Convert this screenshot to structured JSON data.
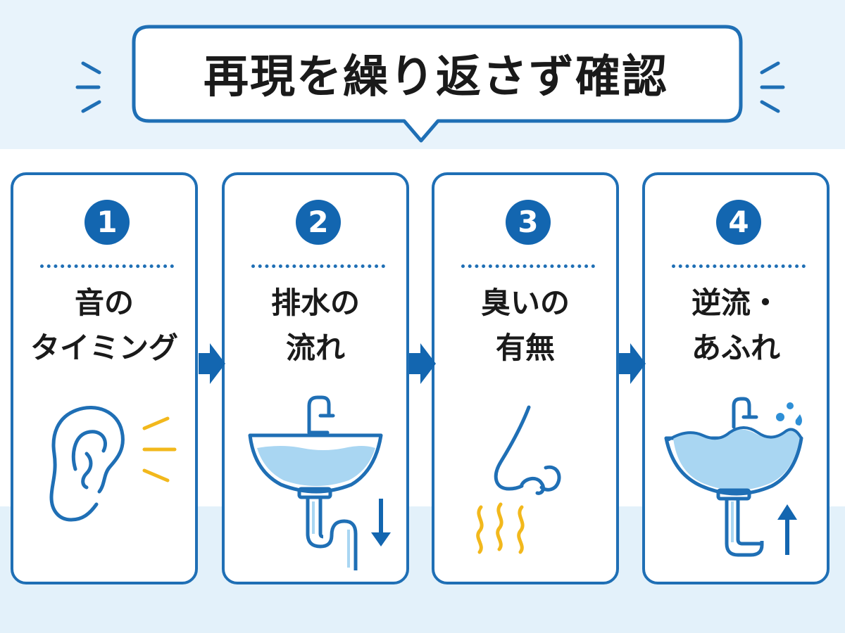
{
  "title": "再現を繰り返さず確認",
  "steps": [
    {
      "number": "1",
      "line1": "音の",
      "line2": "タイミング",
      "icon": "ear-icon"
    },
    {
      "number": "2",
      "line1": "排水の",
      "line2": "流れ",
      "icon": "sink-drain-icon"
    },
    {
      "number": "3",
      "line1": "臭いの",
      "line2": "有無",
      "icon": "nose-odor-icon"
    },
    {
      "number": "4",
      "line1": "逆流・",
      "line2": "あふれ",
      "icon": "sink-overflow-icon"
    }
  ],
  "colors": {
    "primary": "#1f6fb5",
    "badge": "#1366b0",
    "accent_yellow": "#f2b81c",
    "water": "#a9d6f2",
    "background": "#e8f3fb"
  }
}
